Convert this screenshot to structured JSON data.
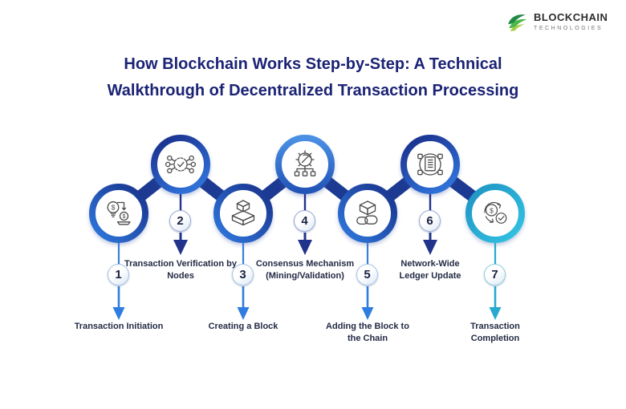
{
  "logo": {
    "brand": "BLOCKCHAIN",
    "tagline": "TECHNOLOGIES",
    "icon": "green-swirl-leaf-logo"
  },
  "title": {
    "line1": "How Blockchain Works Step-by-Step: A Technical",
    "line2": "Walkthrough of Decentralized Transaction Processing"
  },
  "steps": [
    {
      "number": "1",
      "label": "Transaction Initiation",
      "icon": "idea-to-money-icon"
    },
    {
      "number": "2",
      "label": "Transaction Verification by Nodes",
      "icon": "node-network-check-icon"
    },
    {
      "number": "3",
      "label": "Creating a Block",
      "icon": "block-creation-icon"
    },
    {
      "number": "4",
      "label": "Consensus Mechanism (Mining/Validation)",
      "icon": "mining-gear-icon"
    },
    {
      "number": "5",
      "label": "Adding the Block to the Chain",
      "icon": "cube-chain-link-icon"
    },
    {
      "number": "6",
      "label": "Network-Wide Ledger Update",
      "icon": "ledger-network-icon"
    },
    {
      "number": "7",
      "label": "Transaction Completion",
      "icon": "dollar-check-cycle-icon"
    }
  ],
  "colors": {
    "title_navy": "#1b2375",
    "ring_blue_bright": "#3079de",
    "ring_blue_dark": "#18318a",
    "ring_teal": "#2aaed4",
    "chain_neck_navy": "#1d3a92",
    "arrow_navy": "#22338c",
    "arrow_blue": "#2f7de0",
    "arrow_teal": "#28a9d0",
    "label_text": "#232b45",
    "logo_green": "#2f9e49"
  }
}
